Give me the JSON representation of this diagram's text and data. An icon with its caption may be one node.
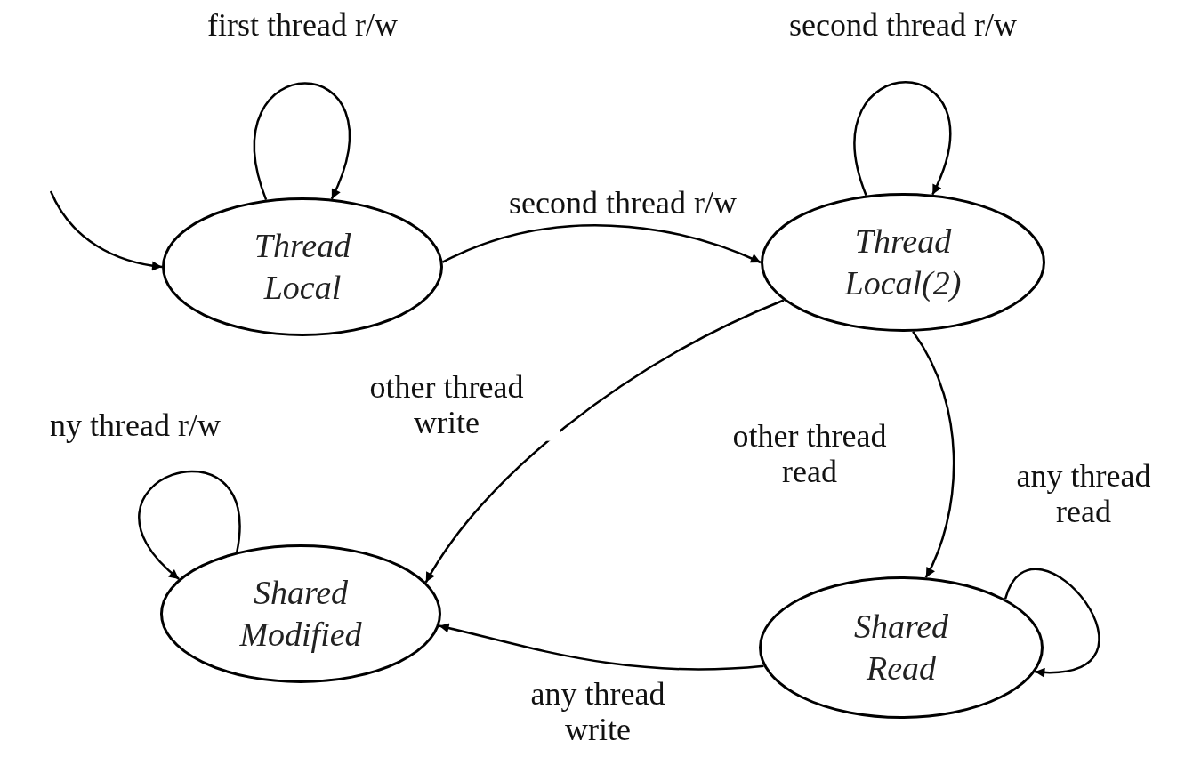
{
  "diagram": {
    "nodes": [
      {
        "text": [
          "Thread Local"
        ]
      },
      {
        "text": [
          "Thread Local(2)"
        ]
      },
      {
        "text": [
          "Shared Modified"
        ]
      },
      {
        "text": [
          "Shared Read"
        ]
      }
    ],
    "edges": [
      {
        "from": null,
        "to": 0,
        "arrow": "to"
      },
      {
        "from": 0,
        "to": 0,
        "arrow": "to",
        "label": "first thread r/w"
      },
      {
        "from": 0,
        "to": 1,
        "arrow": "to",
        "label": "second thread r/w"
      },
      {
        "from": 1,
        "to": 1,
        "arrow": "to",
        "label": "second thread r/w"
      },
      {
        "from": 1,
        "to": 2,
        "arrow": "to",
        "label": "other thread write"
      },
      {
        "from": 1,
        "to": 3,
        "arrow": "to",
        "label": "other thread read"
      },
      {
        "from": 2,
        "to": 2,
        "arrow": "to",
        "label": "ny thread r/w"
      },
      {
        "from": 3,
        "to": 3,
        "arrow": "to",
        "label": "any thread read"
      },
      {
        "from": 3,
        "to": 2,
        "arrow": "to",
        "label": "any thread write"
      }
    ]
  }
}
